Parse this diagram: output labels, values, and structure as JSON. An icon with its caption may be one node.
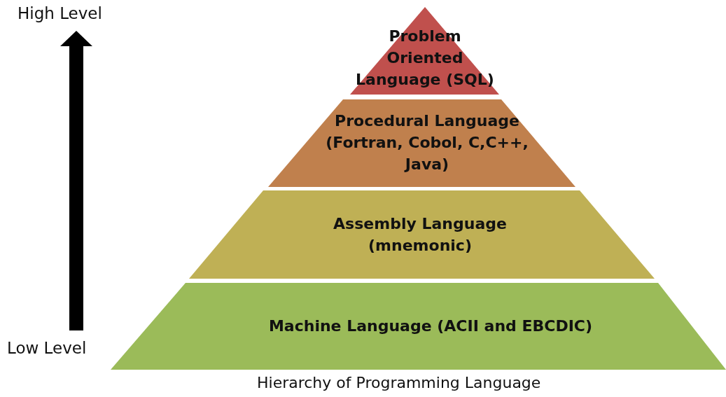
{
  "diagram": {
    "caption": "Hierarchy of Programming Language",
    "nodes": [
      {
        "text": [
          "Problem Oriented Language (SQL)"
        ]
      },
      {
        "text": [
          "Procedural Language (Fortran, Cobol, C,C++, Java)"
        ]
      },
      {
        "text": [
          "Assembly Language (mnemonic)"
        ]
      },
      {
        "text": [
          "Machine Language (ACII and EBCDIC)"
        ]
      }
    ],
    "labels": [
      "High Level",
      "Low Level"
    ]
  }
}
